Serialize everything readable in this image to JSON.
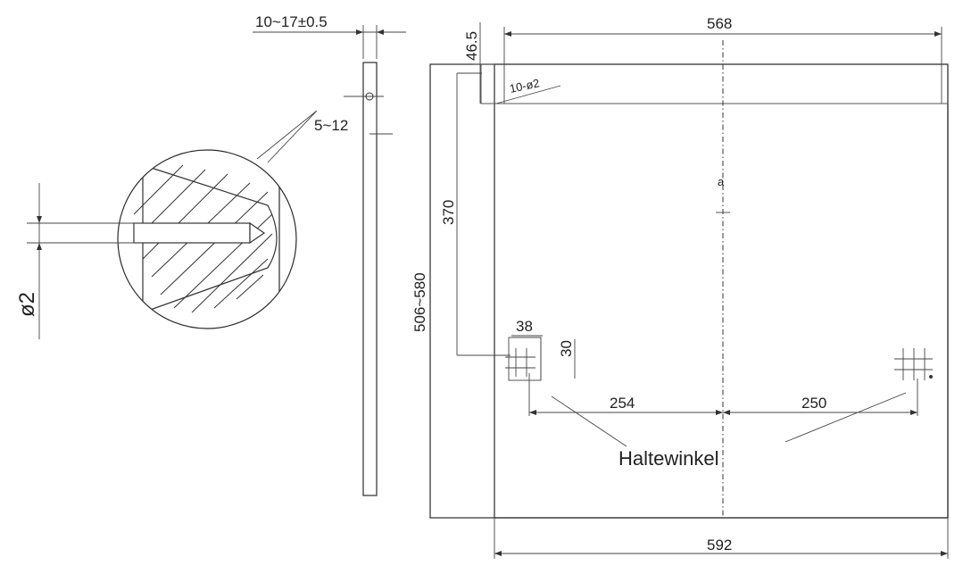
{
  "dimensions": {
    "thickness": "10~17±0.5",
    "hole_depth": "5~12",
    "hole_diameter": "ø2",
    "width_top": "568",
    "top_offset": "46.5",
    "hole_pattern": "10-ø2",
    "height_range": "506~580",
    "vertical_370": "370",
    "bracket_width": "38",
    "bracket_height": "30",
    "left_spacing": "254",
    "right_spacing": "250",
    "width_bottom": "592"
  },
  "labels": {
    "bracket": "Haltewinkel"
  }
}
